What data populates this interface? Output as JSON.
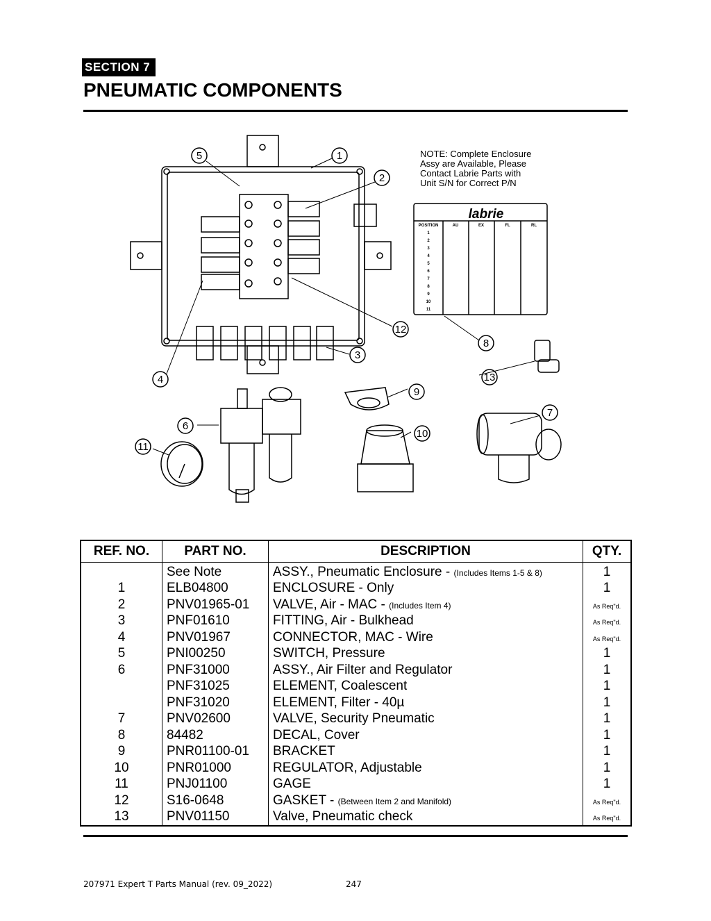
{
  "header": {
    "section": "SECTION   7",
    "title": "PNEUMATIC COMPONENTS"
  },
  "diagram": {
    "note": [
      "NOTE: Complete Enclosure",
      "Assy are Available, Please",
      "Contact Labrie Parts with",
      "Unit S/N for Correct P/N"
    ],
    "callouts": [
      "1",
      "2",
      "3",
      "4",
      "5",
      "6",
      "7",
      "8",
      "9",
      "10",
      "11",
      "12",
      "13"
    ],
    "decal": {
      "brand": "labrie",
      "columns": [
        "POSITION",
        "AU",
        "EX",
        "FL",
        "RL"
      ],
      "positions": [
        "1",
        "2",
        "3",
        "4",
        "5",
        "6",
        "7",
        "8",
        "9",
        "10",
        "11"
      ]
    }
  },
  "table": {
    "headers": [
      "REF. NO.",
      "PART NO.",
      "DESCRIPTION",
      "QTY."
    ],
    "rows": [
      {
        "ref": "",
        "part": "See Note",
        "desc": "ASSY., Pneumatic Enclosure - ",
        "desc_note": "(Includes Items 1-5 & 8)",
        "qty": "1"
      },
      {
        "ref": "1",
        "part": "ELB04800",
        "desc": "ENCLOSURE - Only",
        "desc_note": "",
        "qty": "1"
      },
      {
        "ref": "2",
        "part": "PNV01965-01",
        "desc": "VALVE, Air - MAC - ",
        "desc_note": "(Includes Item 4)",
        "qty": "",
        "qty_note": "As Req\"d."
      },
      {
        "ref": "3",
        "part": "PNF01610",
        "desc": "FITTING, Air - Bulkhead",
        "desc_note": "",
        "qty": "",
        "qty_note": "As Req\"d."
      },
      {
        "ref": "4",
        "part": "PNV01967",
        "desc": "CONNECTOR, MAC - Wire",
        "desc_note": "",
        "qty": "",
        "qty_note": "As Req\"d."
      },
      {
        "ref": "5",
        "part": "PNI00250",
        "desc": "SWITCH, Pressure",
        "desc_note": "",
        "qty": "1"
      },
      {
        "ref": "6",
        "part": "PNF31000",
        "desc": "ASSY., Air Filter and Regulator",
        "desc_note": "",
        "qty": "1"
      },
      {
        "ref": "",
        "part": "PNF31025",
        "desc": "ELEMENT, Coalescent",
        "desc_note": "",
        "qty": "1"
      },
      {
        "ref": "",
        "part": "PNF31020",
        "desc": "ELEMENT, Filter - 40µ",
        "desc_note": "",
        "qty": "1"
      },
      {
        "ref": "7",
        "part": "PNV02600",
        "desc": "VALVE, Security Pneumatic",
        "desc_note": "",
        "qty": "1"
      },
      {
        "ref": "8",
        "part": "84482",
        "desc": "DECAL, Cover",
        "desc_note": "",
        "qty": "1"
      },
      {
        "ref": "9",
        "part": "PNR01100-01",
        "desc": "BRACKET",
        "desc_note": "",
        "qty": "1"
      },
      {
        "ref": "10",
        "part": "PNR01000",
        "desc": "REGULATOR, Adjustable",
        "desc_note": "",
        "qty": "1"
      },
      {
        "ref": "11",
        "part": "PNJ01100",
        "desc": "GAGE",
        "desc_note": "",
        "qty": "1"
      },
      {
        "ref": "12",
        "part": "S16-0648",
        "desc": "GASKET - ",
        "desc_note": "(Between Item 2 and Manifold)",
        "qty": "",
        "qty_note": "As Req\"d."
      },
      {
        "ref": "13",
        "part": "PNV01150",
        "desc": "Valve, Pneumatic check",
        "desc_note": "",
        "qty": "",
        "qty_note": "As Req\"d."
      }
    ]
  },
  "footer": {
    "manual": "207971 Expert T Parts Manual (rev. 09_2022)",
    "page": "247"
  }
}
